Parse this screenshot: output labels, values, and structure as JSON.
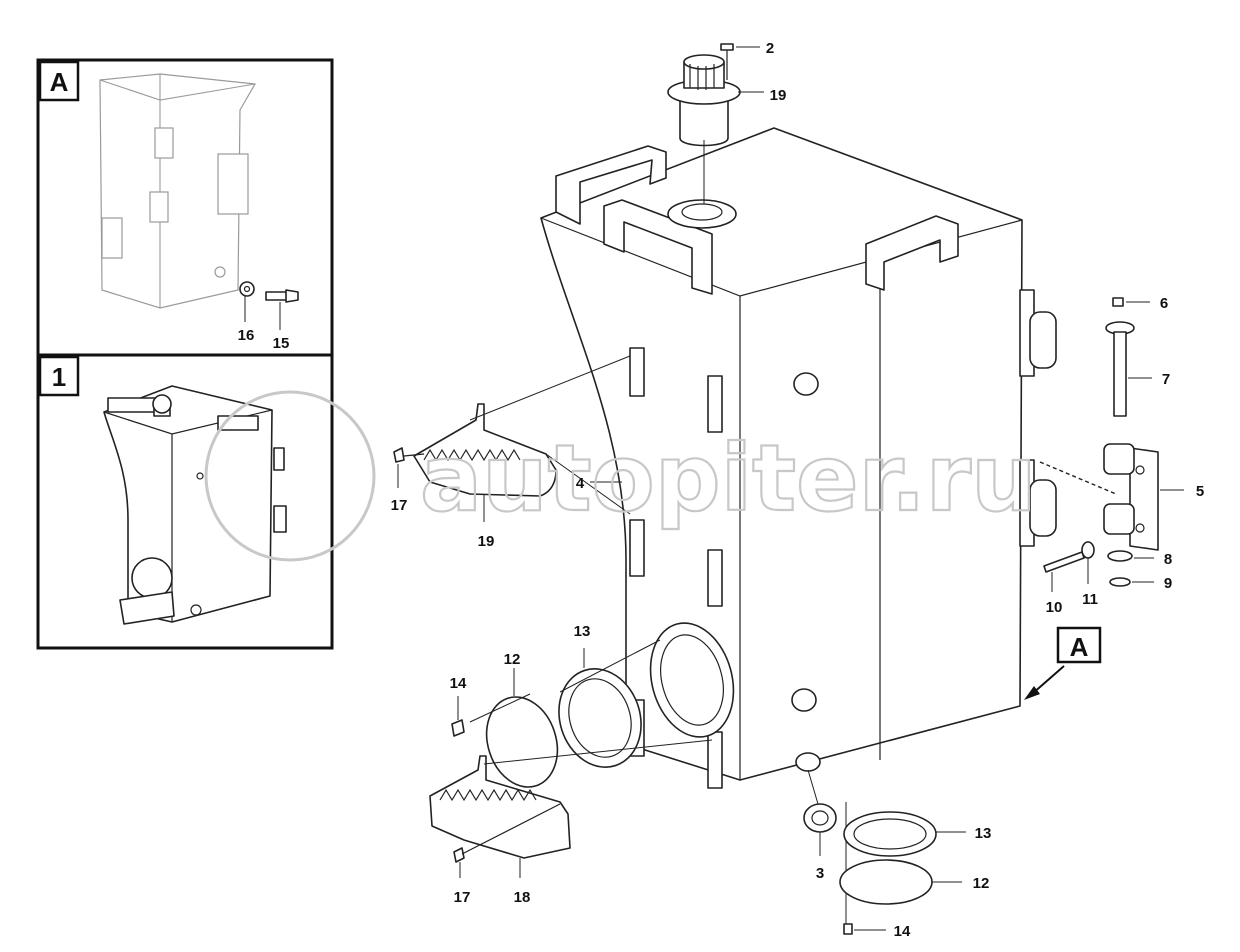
{
  "watermark": "autopiter.ru",
  "insets": [
    {
      "id": "detail-a",
      "tag": "A"
    },
    {
      "id": "overview",
      "tag": "1"
    }
  ],
  "view_marker": "A",
  "callouts": [
    {
      "key": "c2",
      "text": "2"
    },
    {
      "key": "c19t",
      "text": "19"
    },
    {
      "key": "c6",
      "text": "6"
    },
    {
      "key": "c7",
      "text": "7"
    },
    {
      "key": "c5",
      "text": "5"
    },
    {
      "key": "c8",
      "text": "8"
    },
    {
      "key": "c9",
      "text": "9"
    },
    {
      "key": "c10",
      "text": "10"
    },
    {
      "key": "c11",
      "text": "11"
    },
    {
      "key": "c17a",
      "text": "17"
    },
    {
      "key": "c19s",
      "text": "19"
    },
    {
      "key": "c4",
      "text": "4"
    },
    {
      "key": "c13a",
      "text": "13"
    },
    {
      "key": "c12a",
      "text": "12"
    },
    {
      "key": "c14a",
      "text": "14"
    },
    {
      "key": "c17b",
      "text": "17"
    },
    {
      "key": "c18",
      "text": "18"
    },
    {
      "key": "c3",
      "text": "3"
    },
    {
      "key": "c13b",
      "text": "13"
    },
    {
      "key": "c12b",
      "text": "12"
    },
    {
      "key": "c14b",
      "text": "14"
    },
    {
      "key": "c16",
      "text": "16"
    },
    {
      "key": "c15",
      "text": "15"
    }
  ]
}
